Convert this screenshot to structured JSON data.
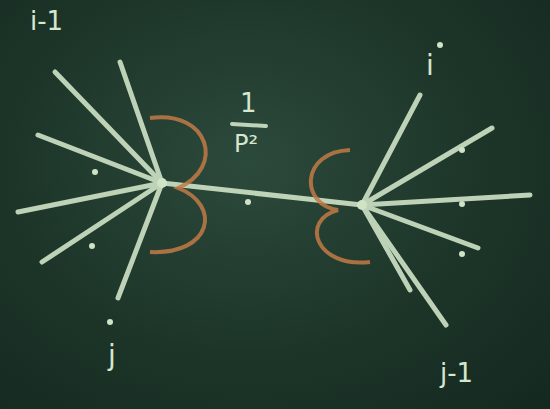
{
  "diagram": {
    "labels": [
      "i-1",
      "j",
      "i",
      "j-1",
      "1",
      "P²"
    ]
  }
}
